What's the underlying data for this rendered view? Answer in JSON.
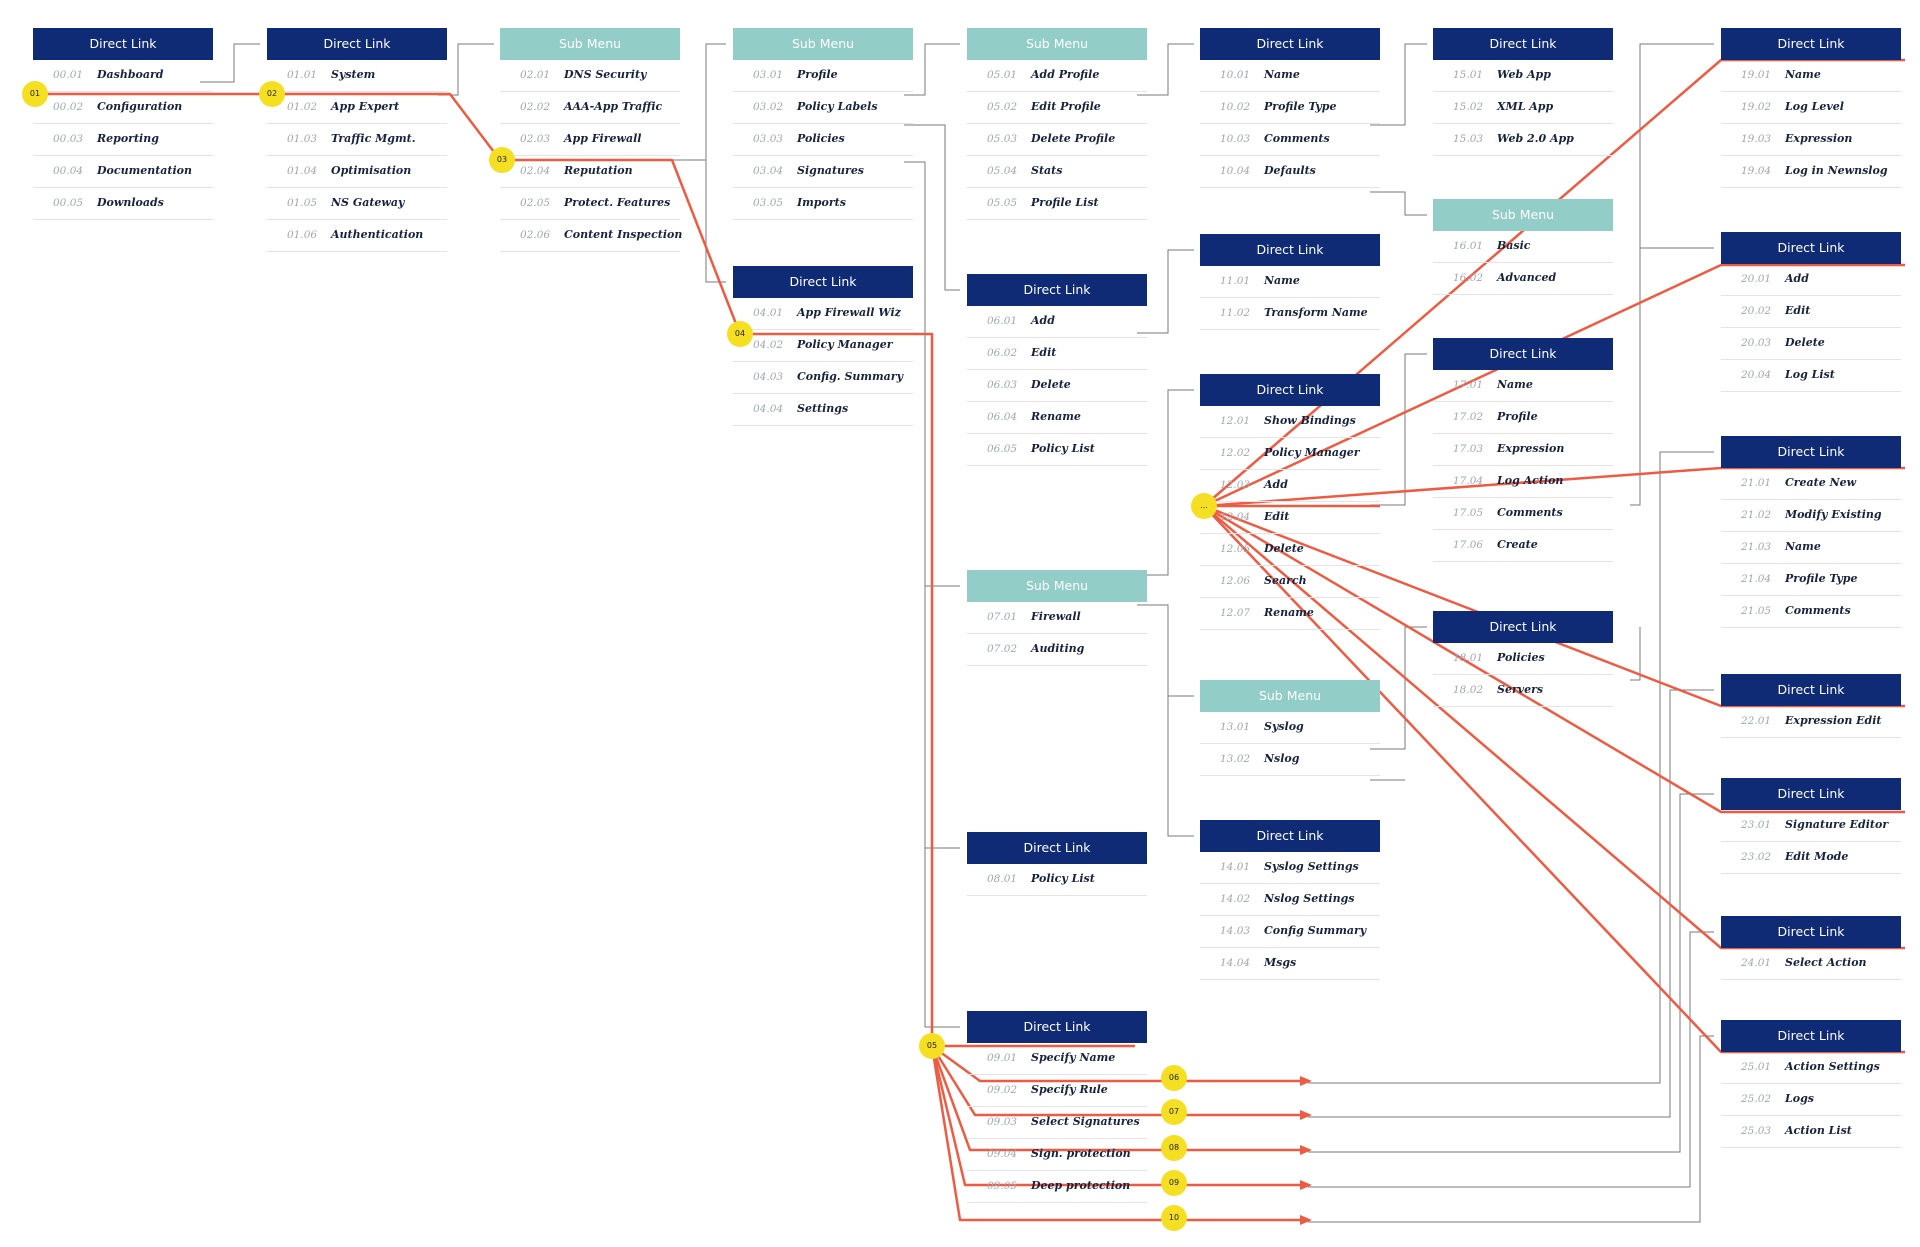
{
  "colors": {
    "direct_link_header": "#0f2b76",
    "sub_menu_header": "#93cdc8",
    "path_line": "#ef5b42",
    "connector": "#7a7a7a",
    "badge": "#f5df23"
  },
  "boxes": [
    {
      "id": "b0",
      "type": "Direct Link",
      "title": "Direct Link",
      "items": [
        {
          "code": "00.01",
          "label": "Dashboard"
        },
        {
          "code": "00.02",
          "label": "Configuration"
        },
        {
          "code": "00.03",
          "label": "Reporting"
        },
        {
          "code": "00.04",
          "label": "Documentation"
        },
        {
          "code": "00.05",
          "label": "Downloads"
        }
      ]
    },
    {
      "id": "b1",
      "type": "Direct Link",
      "title": "Direct Link",
      "items": [
        {
          "code": "01.01",
          "label": "System"
        },
        {
          "code": "01.02",
          "label": "App Expert"
        },
        {
          "code": "01.03",
          "label": "Traffic Mgmt."
        },
        {
          "code": "01.04",
          "label": "Optimisation"
        },
        {
          "code": "01.05",
          "label": "NS Gateway"
        },
        {
          "code": "01.06",
          "label": "Authentication"
        }
      ]
    },
    {
      "id": "b2",
      "type": "Sub Menu",
      "title": "Sub Menu",
      "items": [
        {
          "code": "02.01",
          "label": "DNS Security"
        },
        {
          "code": "02.02",
          "label": "AAA-App Traffic"
        },
        {
          "code": "02.03",
          "label": "App Firewall"
        },
        {
          "code": "02.04",
          "label": "Reputation"
        },
        {
          "code": "02.05",
          "label": "Protect. Features"
        },
        {
          "code": "02.06",
          "label": "Content Inspection"
        }
      ]
    },
    {
      "id": "b3",
      "type": "Sub Menu",
      "title": "Sub Menu",
      "items": [
        {
          "code": "03.01",
          "label": "Profile"
        },
        {
          "code": "03.02",
          "label": "Policy Labels"
        },
        {
          "code": "03.03",
          "label": "Policies"
        },
        {
          "code": "03.04",
          "label": "Signatures"
        },
        {
          "code": "03.05",
          "label": "Imports"
        }
      ]
    },
    {
      "id": "b4",
      "type": "Direct Link",
      "title": "Direct Link",
      "items": [
        {
          "code": "04.01",
          "label": "App Firewall Wiz"
        },
        {
          "code": "04.02",
          "label": "Policy Manager"
        },
        {
          "code": "04.03",
          "label": "Config. Summary"
        },
        {
          "code": "04.04",
          "label": "Settings"
        }
      ]
    },
    {
      "id": "b5",
      "type": "Sub Menu",
      "title": "Sub Menu",
      "items": [
        {
          "code": "05.01",
          "label": "Add Profile"
        },
        {
          "code": "05.02",
          "label": "Edit Profile"
        },
        {
          "code": "05.03",
          "label": "Delete Profile"
        },
        {
          "code": "05.04",
          "label": "Stats"
        },
        {
          "code": "05.05",
          "label": "Profile List"
        }
      ]
    },
    {
      "id": "b6",
      "type": "Direct Link",
      "title": "Direct Link",
      "items": [
        {
          "code": "06.01",
          "label": "Add"
        },
        {
          "code": "06.02",
          "label": "Edit"
        },
        {
          "code": "06.03",
          "label": "Delete"
        },
        {
          "code": "06.04",
          "label": "Rename"
        },
        {
          "code": "06.05",
          "label": "Policy List"
        }
      ]
    },
    {
      "id": "b7",
      "type": "Sub Menu",
      "title": "Sub Menu",
      "items": [
        {
          "code": "07.01",
          "label": "Firewall"
        },
        {
          "code": "07.02",
          "label": "Auditing"
        }
      ]
    },
    {
      "id": "b8",
      "type": "Direct Link",
      "title": "Direct Link",
      "items": [
        {
          "code": "08.01",
          "label": "Policy List"
        }
      ]
    },
    {
      "id": "b9",
      "type": "Direct Link",
      "title": "Direct Link",
      "items": [
        {
          "code": "09.01",
          "label": "Specify Name"
        },
        {
          "code": "09.02",
          "label": "Specify Rule"
        },
        {
          "code": "09.03",
          "label": "Select Signatures"
        },
        {
          "code": "09.04",
          "label": "Sign. protection"
        },
        {
          "code": "09.05",
          "label": "Deep protection"
        }
      ]
    },
    {
      "id": "b10",
      "type": "Direct Link",
      "title": "Direct Link",
      "items": [
        {
          "code": "10.01",
          "label": "Name"
        },
        {
          "code": "10.02",
          "label": "Profile Type"
        },
        {
          "code": "10.03",
          "label": "Comments"
        },
        {
          "code": "10.04",
          "label": "Defaults"
        }
      ]
    },
    {
      "id": "b11",
      "type": "Direct Link",
      "title": "Direct Link",
      "items": [
        {
          "code": "11.01",
          "label": "Name"
        },
        {
          "code": "11.02",
          "label": "Transform Name"
        }
      ]
    },
    {
      "id": "b12",
      "type": "Direct Link",
      "title": "Direct Link",
      "items": [
        {
          "code": "12.01",
          "label": "Show Bindings"
        },
        {
          "code": "12.02",
          "label": "Policy Manager"
        },
        {
          "code": "12.03",
          "label": "Add"
        },
        {
          "code": "12.04",
          "label": "Edit"
        },
        {
          "code": "12.05",
          "label": "Delete"
        },
        {
          "code": "12.06",
          "label": "Search"
        },
        {
          "code": "12.07",
          "label": "Rename"
        }
      ]
    },
    {
      "id": "b13",
      "type": "Sub Menu",
      "title": "Sub Menu",
      "items": [
        {
          "code": "13.01",
          "label": "Syslog"
        },
        {
          "code": "13.02",
          "label": "Nslog"
        }
      ]
    },
    {
      "id": "b14",
      "type": "Direct Link",
      "title": "Direct Link",
      "items": [
        {
          "code": "14.01",
          "label": "Syslog Settings"
        },
        {
          "code": "14.02",
          "label": "Nslog Settings"
        },
        {
          "code": "14.03",
          "label": "Config Summary"
        },
        {
          "code": "14.04",
          "label": "Msgs"
        }
      ]
    },
    {
      "id": "b15",
      "type": "Direct Link",
      "title": "Direct Link",
      "items": [
        {
          "code": "15.01",
          "label": "Web App"
        },
        {
          "code": "15.02",
          "label": "XML App"
        },
        {
          "code": "15.03",
          "label": "Web 2.0 App"
        }
      ]
    },
    {
      "id": "b16",
      "type": "Sub Menu",
      "title": "Sub Menu",
      "items": [
        {
          "code": "16.01",
          "label": "Basic"
        },
        {
          "code": "16.02",
          "label": "Advanced"
        }
      ]
    },
    {
      "id": "b17",
      "type": "Direct Link",
      "title": "Direct Link",
      "items": [
        {
          "code": "17.01",
          "label": "Name"
        },
        {
          "code": "17.02",
          "label": "Profile"
        },
        {
          "code": "17.03",
          "label": "Expression"
        },
        {
          "code": "17.04",
          "label": "Log Action"
        },
        {
          "code": "17.05",
          "label": "Comments"
        },
        {
          "code": "17.06",
          "label": "Create"
        }
      ]
    },
    {
      "id": "b18",
      "type": "Direct Link",
      "title": "Direct Link",
      "items": [
        {
          "code": "18.01",
          "label": "Policies"
        },
        {
          "code": "18.02",
          "label": "Servers"
        }
      ]
    },
    {
      "id": "b19",
      "type": "Direct Link",
      "title": "Direct Link",
      "items": [
        {
          "code": "19.01",
          "label": "Name"
        },
        {
          "code": "19.02",
          "label": "Log Level"
        },
        {
          "code": "19.03",
          "label": "Expression"
        },
        {
          "code": "19.04",
          "label": "Log in Newnslog"
        }
      ]
    },
    {
      "id": "b20",
      "type": "Direct Link",
      "title": "Direct Link",
      "items": [
        {
          "code": "20.01",
          "label": "Add"
        },
        {
          "code": "20.02",
          "label": "Edit"
        },
        {
          "code": "20.03",
          "label": "Delete"
        },
        {
          "code": "20.04",
          "label": "Log List"
        }
      ]
    },
    {
      "id": "b21",
      "type": "Direct Link",
      "title": "Direct Link",
      "items": [
        {
          "code": "21.01",
          "label": "Create New"
        },
        {
          "code": "21.02",
          "label": "Modify Existing"
        },
        {
          "code": "21.03",
          "label": "Name"
        },
        {
          "code": "21.04",
          "label": "Profile Type"
        },
        {
          "code": "21.05",
          "label": "Comments"
        }
      ]
    },
    {
      "id": "b22",
      "type": "Direct Link",
      "title": "Direct Link",
      "items": [
        {
          "code": "22.01",
          "label": "Expression Edit"
        }
      ]
    },
    {
      "id": "b23",
      "type": "Direct Link",
      "title": "Direct Link",
      "items": [
        {
          "code": "23.01",
          "label": "Signature Editor"
        },
        {
          "code": "23.02",
          "label": "Edit Mode"
        }
      ]
    },
    {
      "id": "b24",
      "type": "Direct Link",
      "title": "Direct Link",
      "items": [
        {
          "code": "24.01",
          "label": "Select Action"
        }
      ]
    },
    {
      "id": "b25",
      "type": "Direct Link",
      "title": "Direct Link",
      "items": [
        {
          "code": "25.01",
          "label": "Action Settings"
        },
        {
          "code": "25.02",
          "label": "Logs"
        },
        {
          "code": "25.03",
          "label": "Action List"
        }
      ]
    }
  ],
  "badges": [
    "01",
    "02",
    "03",
    "04",
    "05",
    "06",
    "07",
    "08",
    "09",
    "10",
    "..."
  ]
}
